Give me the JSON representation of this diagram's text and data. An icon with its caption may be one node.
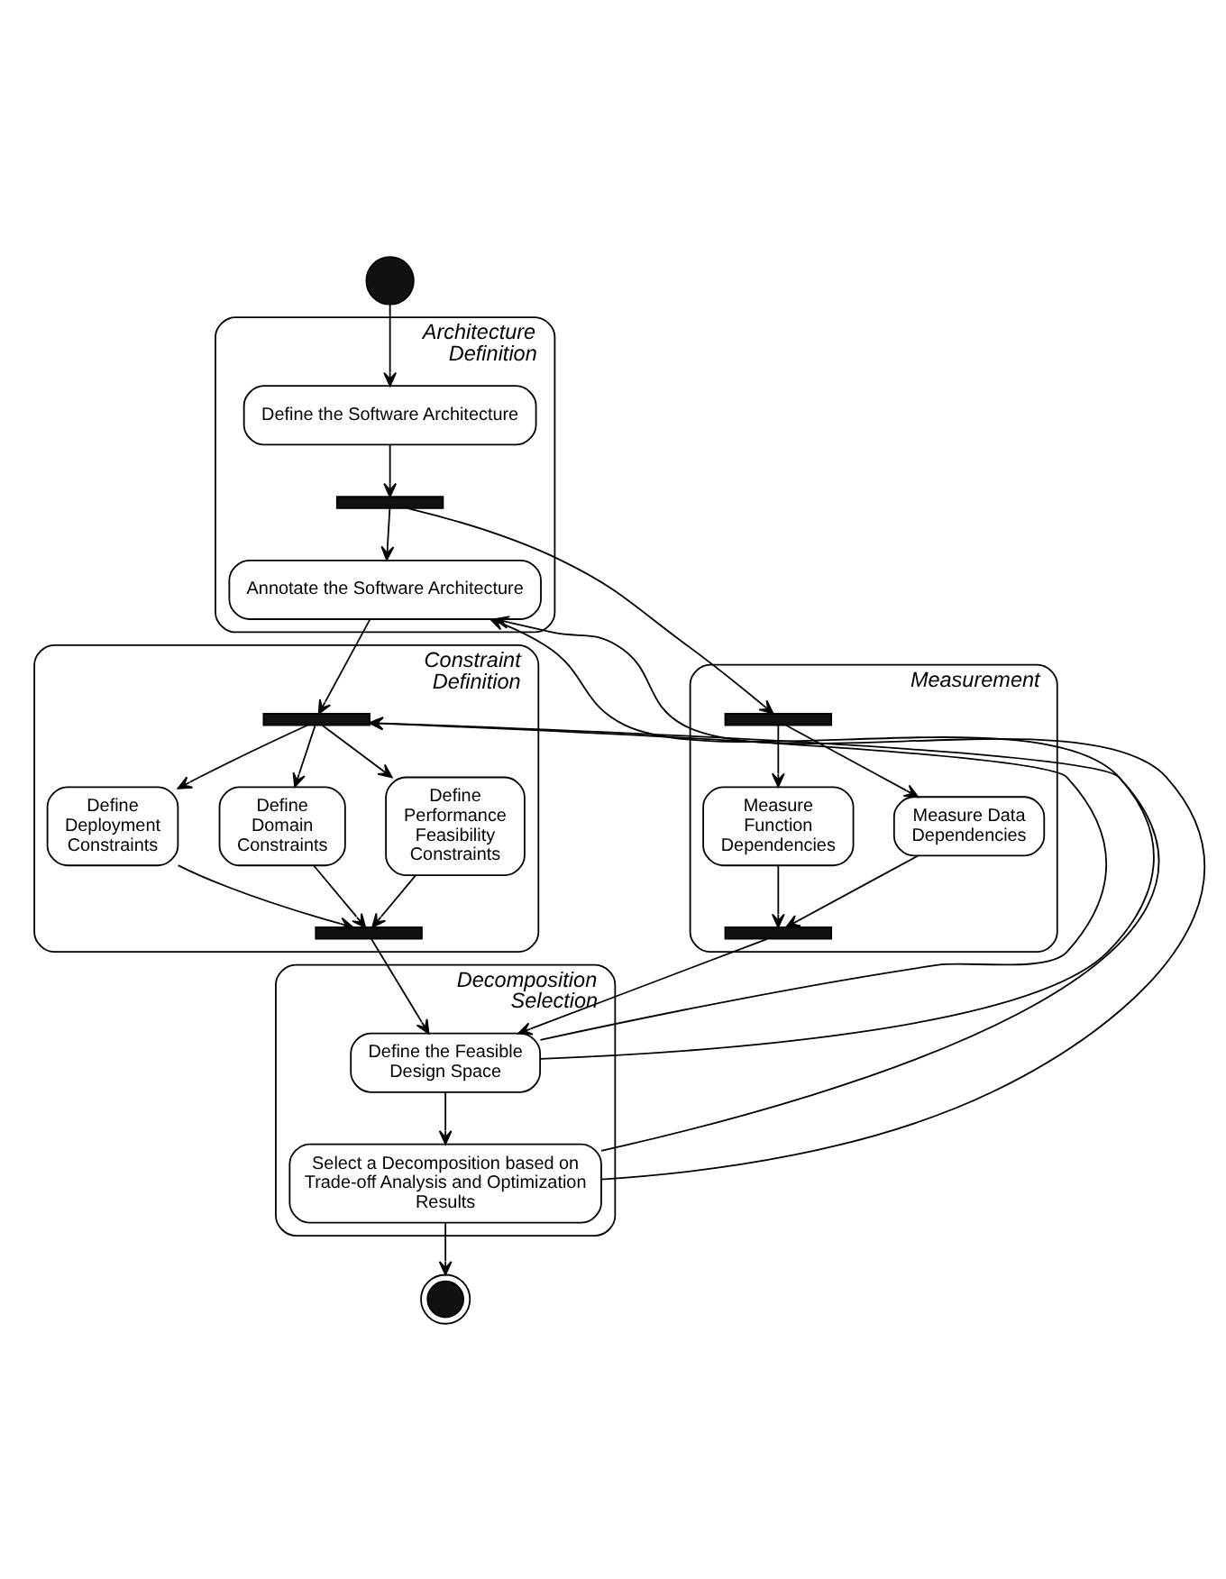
{
  "diagram": {
    "nodes": [
      {
        "text": [],
        "shape": "circle"
      },
      {
        "text": [
          "Architecture Definition"
        ]
      },
      {
        "text": [
          "Define the Software Architecture"
        ],
        "in": 1
      },
      {
        "text": [],
        "shape": "bar",
        "in": 1
      },
      {
        "text": [
          "Annotate the Software Architecture"
        ],
        "in": 1
      },
      {
        "text": [
          "Constraint Definition"
        ]
      },
      {
        "text": [],
        "shape": "bar",
        "in": 5
      },
      {
        "text": [
          "Define Deployment Constraints"
        ],
        "in": 5
      },
      {
        "text": [
          "Define Domain Constraints"
        ],
        "in": 5
      },
      {
        "text": [
          "Define Performance Feasibility Constraints"
        ],
        "in": 5
      },
      {
        "text": [],
        "shape": "bar",
        "in": 5
      },
      {
        "text": [
          "Measurement"
        ]
      },
      {
        "text": [],
        "shape": "bar",
        "in": 11
      },
      {
        "text": [
          "Measure Function Dependencies"
        ],
        "in": 11
      },
      {
        "text": [
          "Measure Data Dependencies"
        ],
        "in": 11
      },
      {
        "text": [],
        "shape": "bar",
        "in": 11
      },
      {
        "text": [
          "Decomposition Selection"
        ]
      },
      {
        "text": [
          "Define the Feasible Design Space"
        ],
        "in": 16
      },
      {
        "text": [
          "Select a Decomposition based on Trade-off Analysis and Optimization Results"
        ],
        "in": 16
      },
      {
        "text": [],
        "shape": "circle"
      }
    ],
    "edges": [
      {
        "from": 0,
        "to": 2,
        "arrow": "to"
      },
      {
        "from": 2,
        "to": 3,
        "arrow": "to"
      },
      {
        "from": 3,
        "to": 4,
        "arrow": "to"
      },
      {
        "from": 3,
        "to": 12,
        "arrow": "to"
      },
      {
        "from": 4,
        "to": 6,
        "arrow": "to"
      },
      {
        "from": 6,
        "to": 7,
        "arrow": "to"
      },
      {
        "from": 6,
        "to": 8,
        "arrow": "to"
      },
      {
        "from": 6,
        "to": 9,
        "arrow": "to"
      },
      {
        "from": 7,
        "to": 10,
        "arrow": "to"
      },
      {
        "from": 8,
        "to": 10,
        "arrow": "to"
      },
      {
        "from": 9,
        "to": 10,
        "arrow": "to"
      },
      {
        "from": 12,
        "to": 13,
        "arrow": "to"
      },
      {
        "from": 12,
        "to": 14,
        "arrow": "to"
      },
      {
        "from": 13,
        "to": 15,
        "arrow": "to"
      },
      {
        "from": 14,
        "to": 15,
        "arrow": "to"
      },
      {
        "from": 10,
        "to": 17,
        "arrow": "to"
      },
      {
        "from": 15,
        "to": 17,
        "arrow": "to"
      },
      {
        "from": 17,
        "to": 18,
        "arrow": "to"
      },
      {
        "from": 18,
        "to": 19,
        "arrow": "to"
      },
      {
        "from": 17,
        "to": 4,
        "arrow": "to"
      },
      {
        "from": 17,
        "to": 6,
        "arrow": "to"
      },
      {
        "from": 18,
        "to": 4,
        "arrow": "to"
      },
      {
        "from": 18,
        "to": 6,
        "arrow": "to"
      }
    ]
  }
}
